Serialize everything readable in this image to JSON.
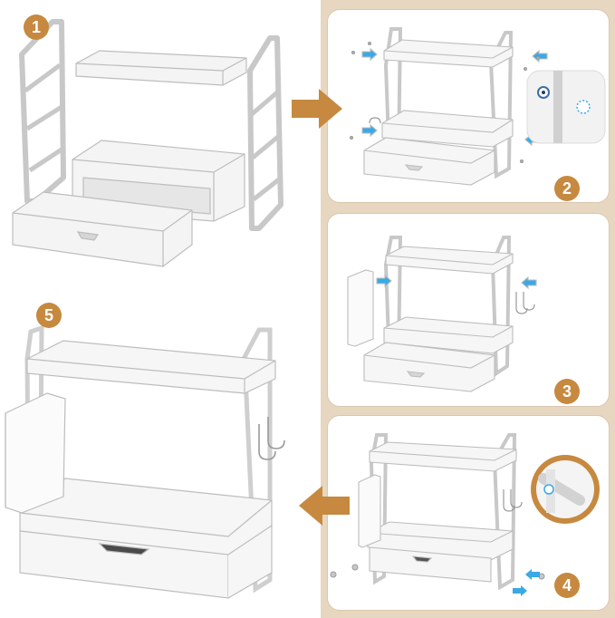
{
  "steps": [
    {
      "number": "1"
    },
    {
      "number": "2"
    },
    {
      "number": "3"
    },
    {
      "number": "4"
    },
    {
      "number": "5"
    }
  ],
  "colors": {
    "accent": "#c6893f",
    "panel_bg": "#e7d7c1",
    "arrow_blue": "#3aa9e6",
    "frame": "#f4f4f4",
    "outline": "#bdbdbd"
  },
  "icons": {
    "step_arrow": "brown-arrow-icon",
    "insert_arrow": "blue-arrow-icon",
    "screw": "screw-icon",
    "hook": "hook-icon"
  }
}
